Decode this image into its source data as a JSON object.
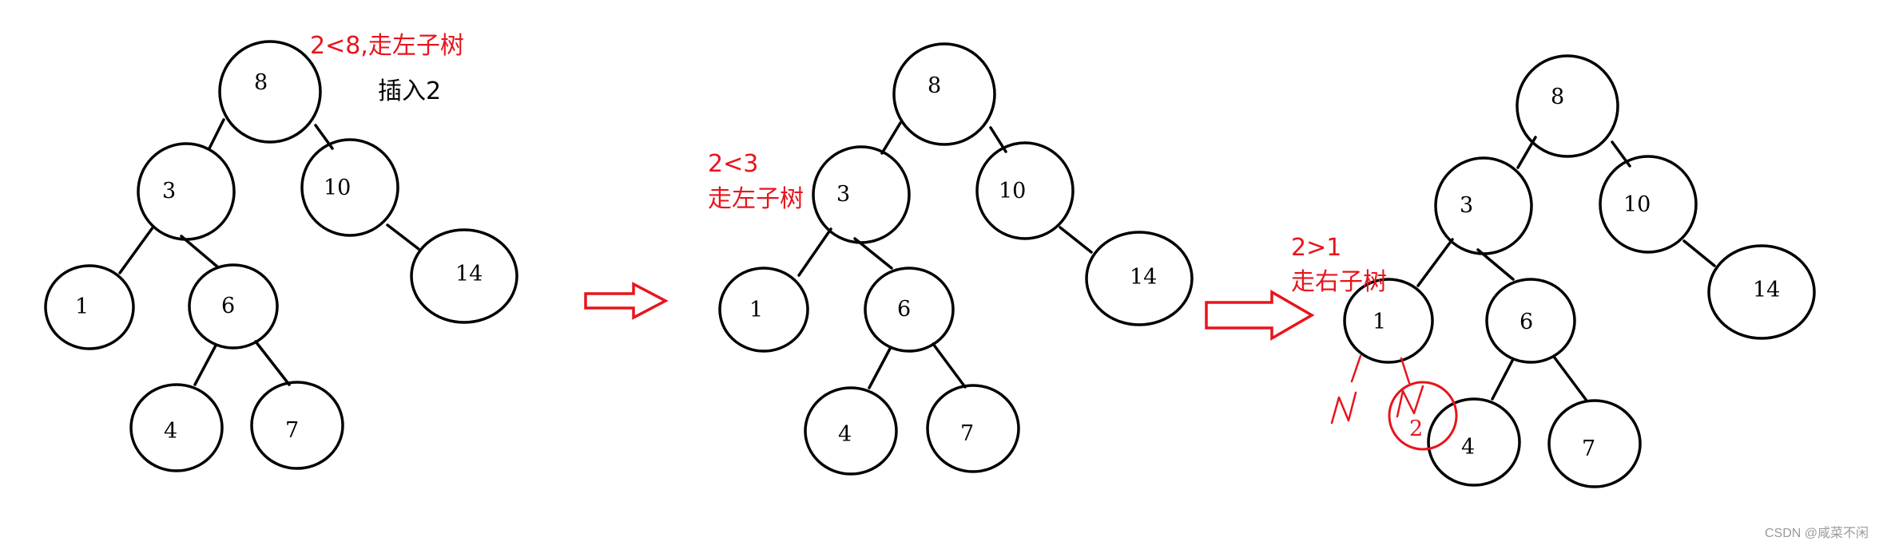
{
  "colors": {
    "ink": "#000000",
    "accent": "#e8141c",
    "watermark": "#9a9a9a"
  },
  "panels": [
    {
      "nodes": [
        {
          "id": "8",
          "label": "8"
        },
        {
          "id": "3",
          "label": "3"
        },
        {
          "id": "10",
          "label": "10"
        },
        {
          "id": "14",
          "label": "14"
        },
        {
          "id": "1",
          "label": "1"
        },
        {
          "id": "6",
          "label": "6"
        },
        {
          "id": "4",
          "label": "4"
        },
        {
          "id": "7",
          "label": "7"
        }
      ],
      "edges": [
        [
          "8",
          "3"
        ],
        [
          "8",
          "10"
        ],
        [
          "10",
          "14"
        ],
        [
          "3",
          "1"
        ],
        [
          "3",
          "6"
        ],
        [
          "6",
          "4"
        ],
        [
          "6",
          "7"
        ]
      ],
      "notes": {
        "compare": "2<8,走左子树",
        "insert": "插入2"
      }
    },
    {
      "nodes": [
        {
          "id": "8",
          "label": "8"
        },
        {
          "id": "3",
          "label": "3"
        },
        {
          "id": "10",
          "label": "10"
        },
        {
          "id": "14",
          "label": "14"
        },
        {
          "id": "1",
          "label": "1"
        },
        {
          "id": "6",
          "label": "6"
        },
        {
          "id": "4",
          "label": "4"
        },
        {
          "id": "7",
          "label": "7"
        }
      ],
      "edges": [
        [
          "8",
          "3"
        ],
        [
          "8",
          "10"
        ],
        [
          "10",
          "14"
        ],
        [
          "3",
          "1"
        ],
        [
          "3",
          "6"
        ],
        [
          "6",
          "4"
        ],
        [
          "6",
          "7"
        ]
      ],
      "notes": {
        "compare": "2<3",
        "direction": "走左子树"
      }
    },
    {
      "nodes": [
        {
          "id": "8",
          "label": "8"
        },
        {
          "id": "3",
          "label": "3"
        },
        {
          "id": "10",
          "label": "10"
        },
        {
          "id": "14",
          "label": "14"
        },
        {
          "id": "1",
          "label": "1"
        },
        {
          "id": "6",
          "label": "6"
        },
        {
          "id": "4",
          "label": "4"
        },
        {
          "id": "7",
          "label": "7"
        },
        {
          "id": "new2",
          "label": "2",
          "inserted": true
        }
      ],
      "edges": [
        [
          "8",
          "3"
        ],
        [
          "8",
          "10"
        ],
        [
          "10",
          "14"
        ],
        [
          "3",
          "1"
        ],
        [
          "3",
          "6"
        ],
        [
          "6",
          "4"
        ],
        [
          "6",
          "7"
        ]
      ],
      "notes": {
        "compare": "2>1",
        "direction": "走右子树"
      }
    }
  ],
  "arrows": [
    "panel1-to-panel2",
    "panel2-to-panel3"
  ],
  "icons": {
    "arrow": "hollow-right-arrow-icon",
    "null_mark": "handwritten-n-icon"
  },
  "watermark": "CSDN @咸菜不闲"
}
